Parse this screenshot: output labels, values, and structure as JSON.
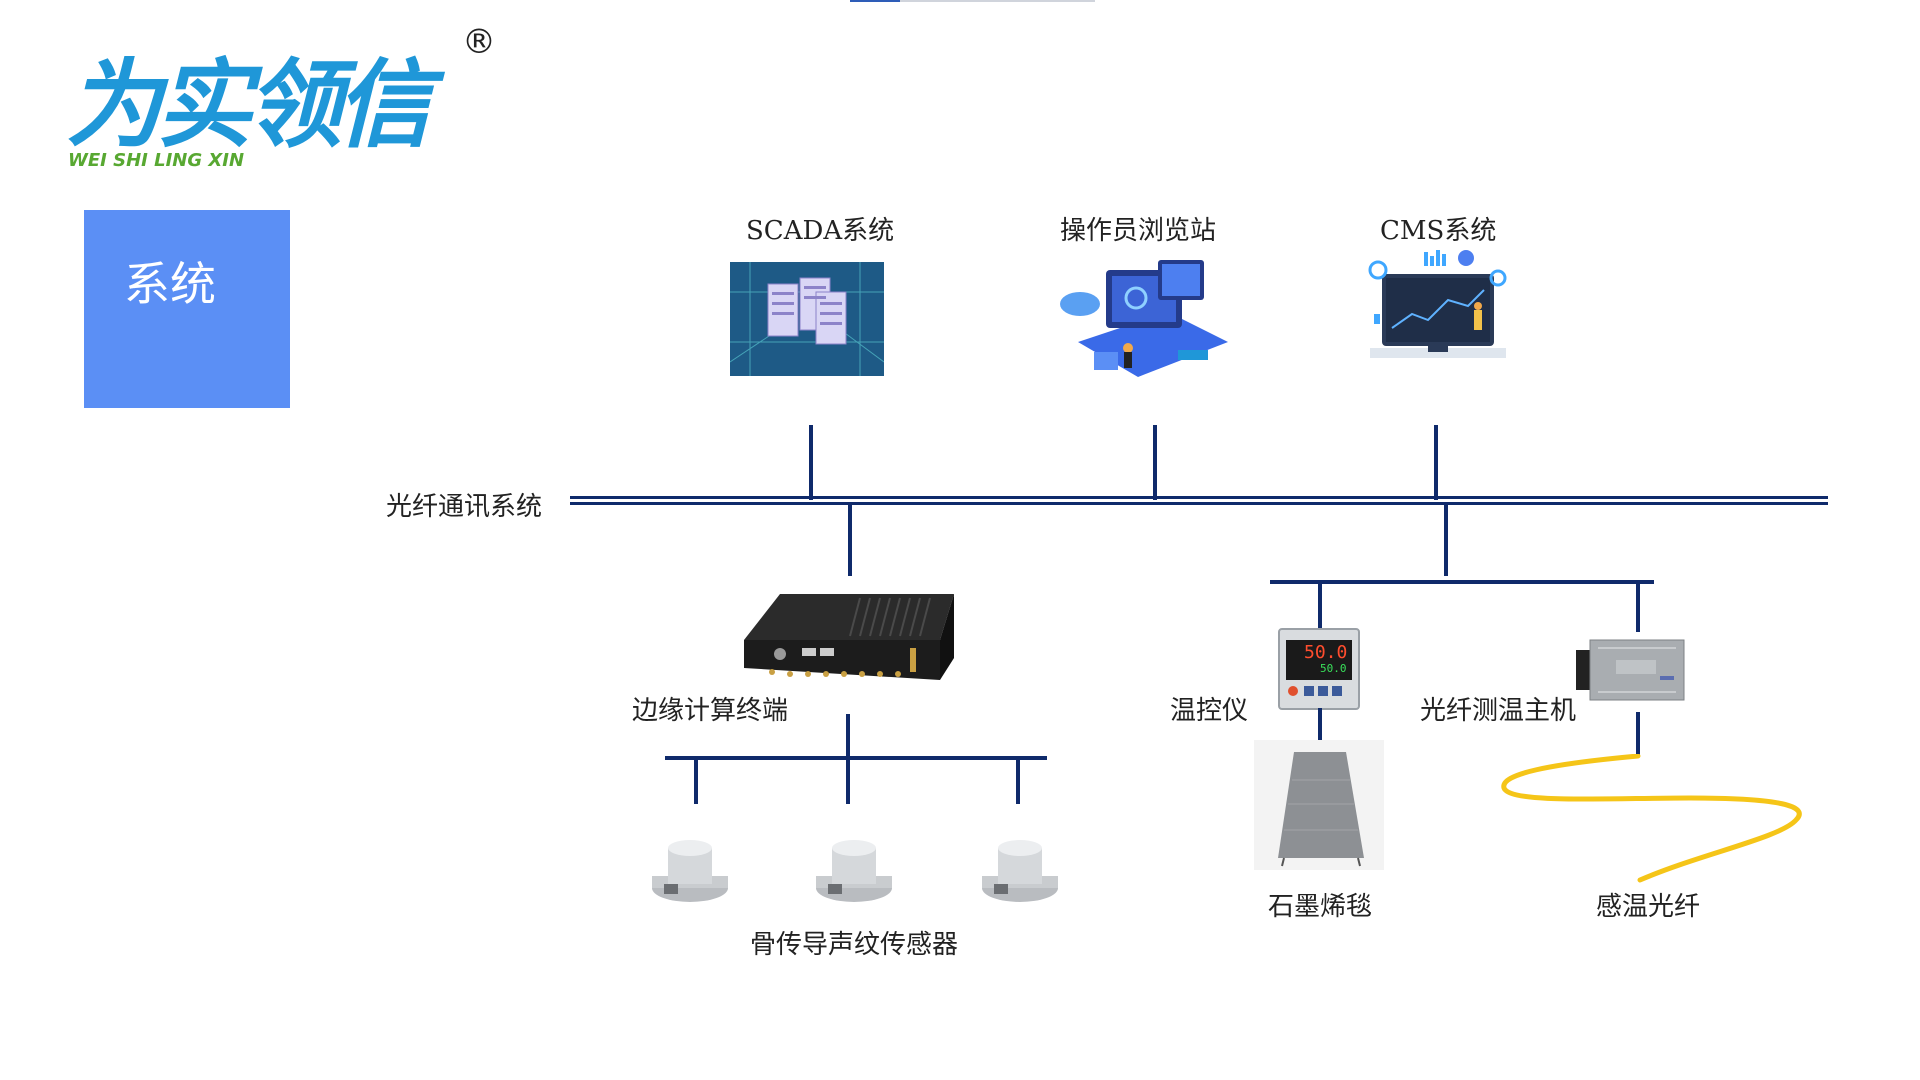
{
  "logo": {
    "mark": "为实领信",
    "subtitle": "WEI SHI LING XIN",
    "registered": "®"
  },
  "system_box": {
    "title": "系统"
  },
  "top_systems": [
    {
      "label": "SCADA系统",
      "icon": "server-cluster-image"
    },
    {
      "label": "操作员浏览站",
      "icon": "operator-dashboard-image"
    },
    {
      "label": "CMS系统",
      "icon": "monitor-analytics-image"
    }
  ],
  "bus": {
    "label": "光纤通讯系统"
  },
  "edge": {
    "label": "边缘计算终端",
    "icon": "edge-computer-image"
  },
  "sensors": {
    "label": "骨传导声纹传感器",
    "count": 3,
    "icon": "acoustic-sensor-image"
  },
  "temp_controller": {
    "label": "温控仪",
    "display_top": "50.0",
    "display_bottom": "50.0"
  },
  "fiber_host": {
    "label": "光纤测温主机",
    "icon": "fiber-host-image"
  },
  "graphene": {
    "label": "石墨烯毯",
    "icon": "graphene-blanket-image"
  },
  "fiber": {
    "label": "感温光纤",
    "color": "#f5c518"
  },
  "colors": {
    "line": "#0f2a6b",
    "system_box": "#5b8ff5",
    "logo_blue": "#1f97d8",
    "logo_green": "#58a832"
  }
}
